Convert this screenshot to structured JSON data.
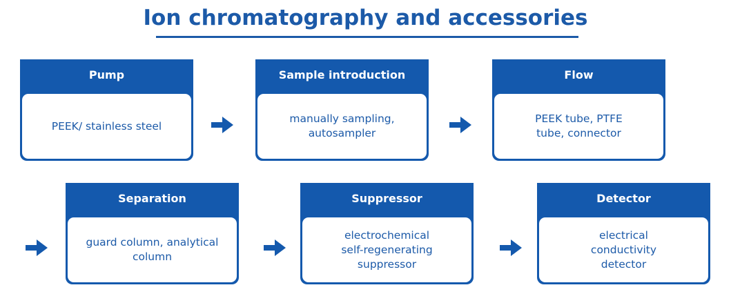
{
  "title": "Ion chromatography and accessories",
  "accent": "#1459ad",
  "steps": [
    {
      "title": "Pump",
      "body": "PEEK/ stainless steel"
    },
    {
      "title": "Sample introduction",
      "body": "manually sampling, autosampler"
    },
    {
      "title": "Flow",
      "body": "PEEK tube, PTFE tube, connector"
    },
    {
      "title": "Separation",
      "body": "guard column, analytical column"
    },
    {
      "title": "Suppressor",
      "body": "electrochemical self-regenerating suppressor"
    },
    {
      "title": "Detector",
      "body": "electrical conductivity detector"
    }
  ]
}
